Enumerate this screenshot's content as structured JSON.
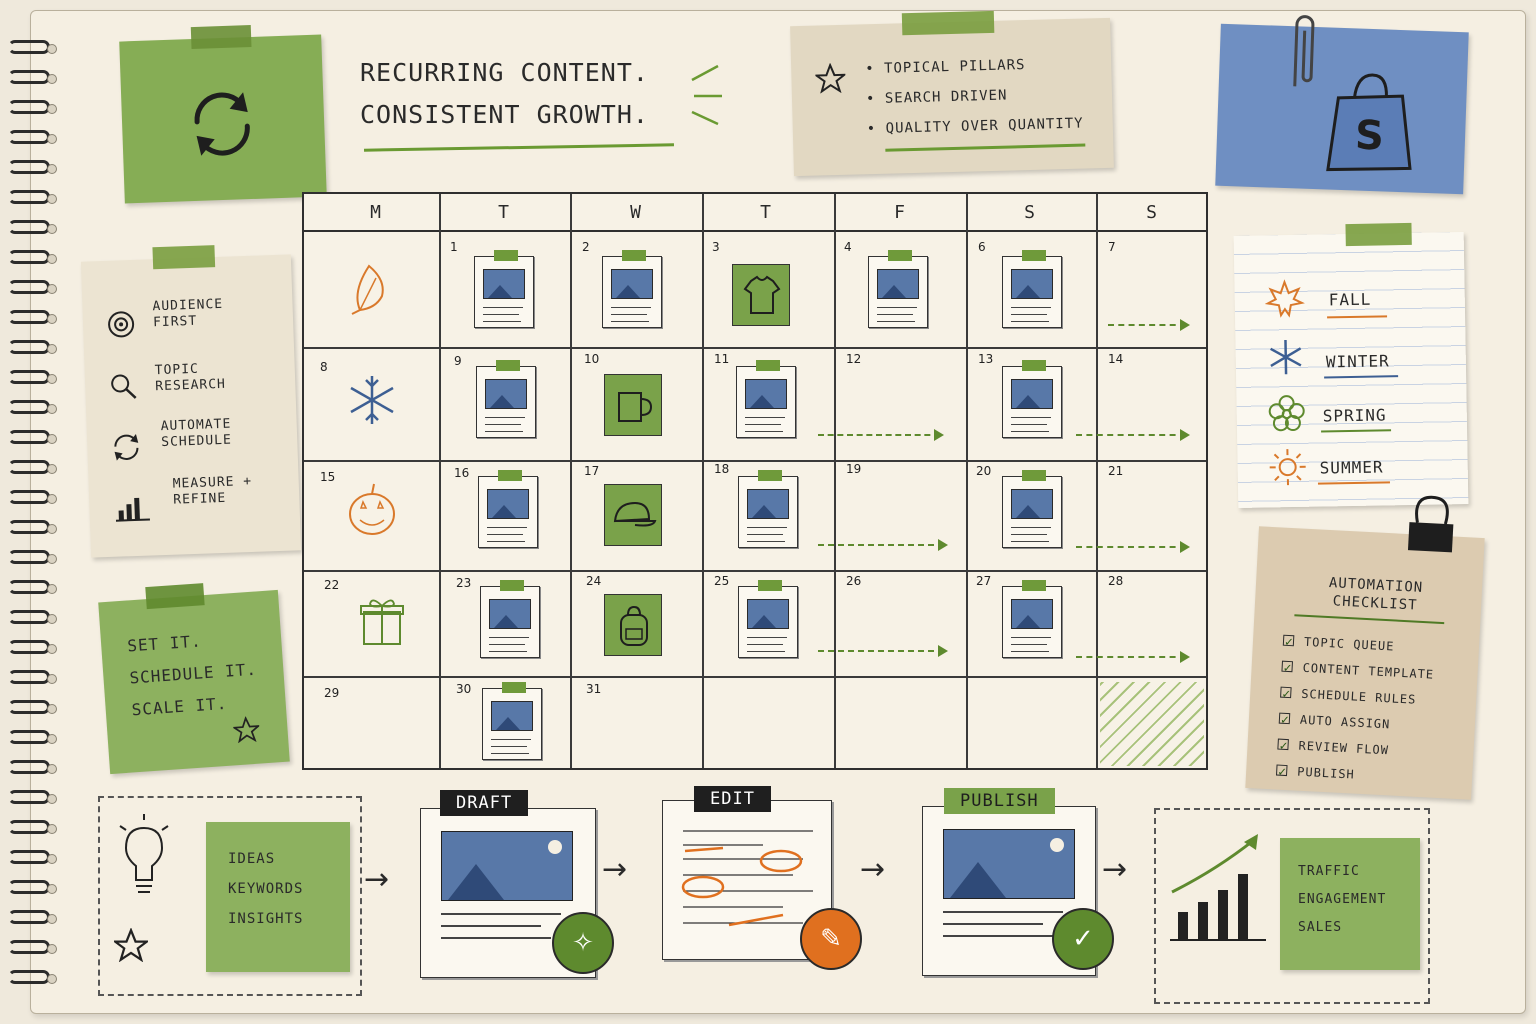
{
  "headline": {
    "line1": "Recurring content.",
    "line2": "Consistent growth."
  },
  "pillars": [
    "Topical pillars",
    "Search driven",
    "Quality over quantity"
  ],
  "strategy_steps": [
    {
      "icon": "target-icon",
      "label": "Audience first"
    },
    {
      "icon": "magnifier-icon",
      "label": "Topic research"
    },
    {
      "icon": "refresh-icon",
      "label": "Automate schedule"
    },
    {
      "icon": "bar-chart-icon",
      "label": "Measure + refine"
    }
  ],
  "set_it_note": [
    "Set it.",
    "Schedule it.",
    "Scale it."
  ],
  "calendar": {
    "days_of_week": [
      "M",
      "T",
      "W",
      "T",
      "F",
      "S",
      "S"
    ],
    "day_numbers": [
      "1",
      "2",
      "3",
      "4",
      "6",
      "7",
      "8",
      "9",
      "10",
      "11",
      "12",
      "13",
      "14",
      "15",
      "16",
      "17",
      "18",
      "19",
      "20",
      "21",
      "22",
      "23",
      "24",
      "25",
      "26",
      "27",
      "28",
      "29",
      "30",
      "31"
    ]
  },
  "seasons": [
    {
      "icon": "maple-leaf-icon",
      "label": "Fall",
      "color": "#d9792b"
    },
    {
      "icon": "snowflake-icon",
      "label": "Winter",
      "color": "#3d5f93"
    },
    {
      "icon": "flower-icon",
      "label": "Spring",
      "color": "#5e8a2e"
    },
    {
      "icon": "sun-icon",
      "label": "Summer",
      "color": "#d9792b"
    }
  ],
  "checklist": {
    "title_line1": "Automation",
    "title_line2": "checklist",
    "items": [
      "Topic queue",
      "Content template",
      "Schedule rules",
      "Auto assign",
      "Review flow",
      "Publish"
    ]
  },
  "workflow": {
    "inputs": [
      "Ideas",
      "Keywords",
      "Insights"
    ],
    "stages": [
      "Draft",
      "Edit",
      "Publish"
    ],
    "outcomes": [
      "Traffic",
      "Engagement",
      "Sales"
    ]
  },
  "colors": {
    "green": "#7aa24a",
    "blue": "#5878a8",
    "orange": "#e0701f",
    "paper": "#f5efe2"
  }
}
